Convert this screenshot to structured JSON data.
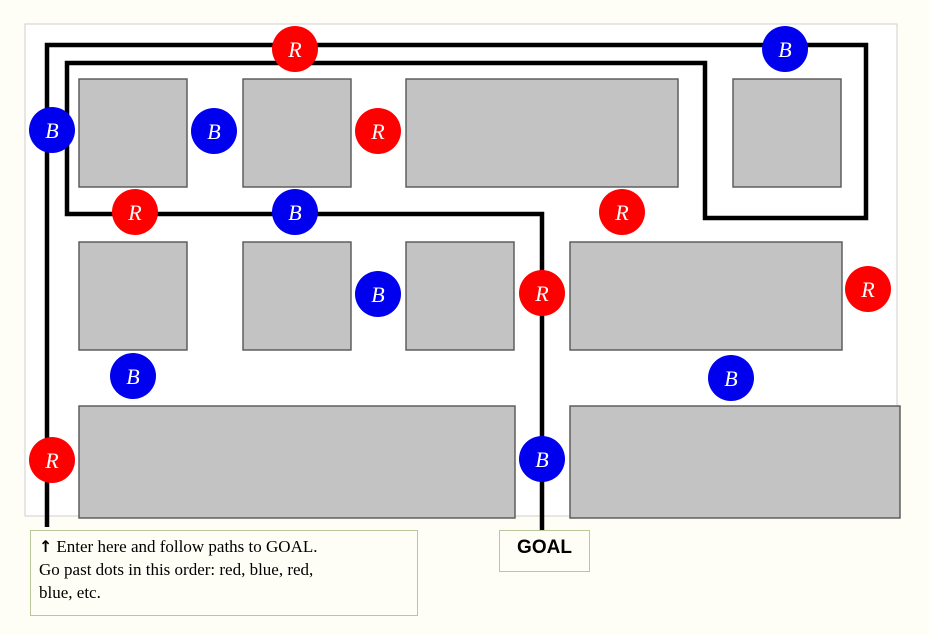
{
  "colors": {
    "background": "#fefef6",
    "map_bg": "#ffffff",
    "block_fill": "#c3c3c3",
    "red_dot": "#ff0000",
    "blue_dot": "#0000ee",
    "route": "#000000"
  },
  "dot_letters": {
    "red": "R",
    "blue": "B"
  },
  "instructions": {
    "arrow_icon": "up-arrow-icon",
    "line1": "Enter here and follow paths to GOAL.",
    "line2": "Go past dots in this order: red, blue, red,",
    "line3": "blue, etc."
  },
  "goal_label": "GOAL"
}
